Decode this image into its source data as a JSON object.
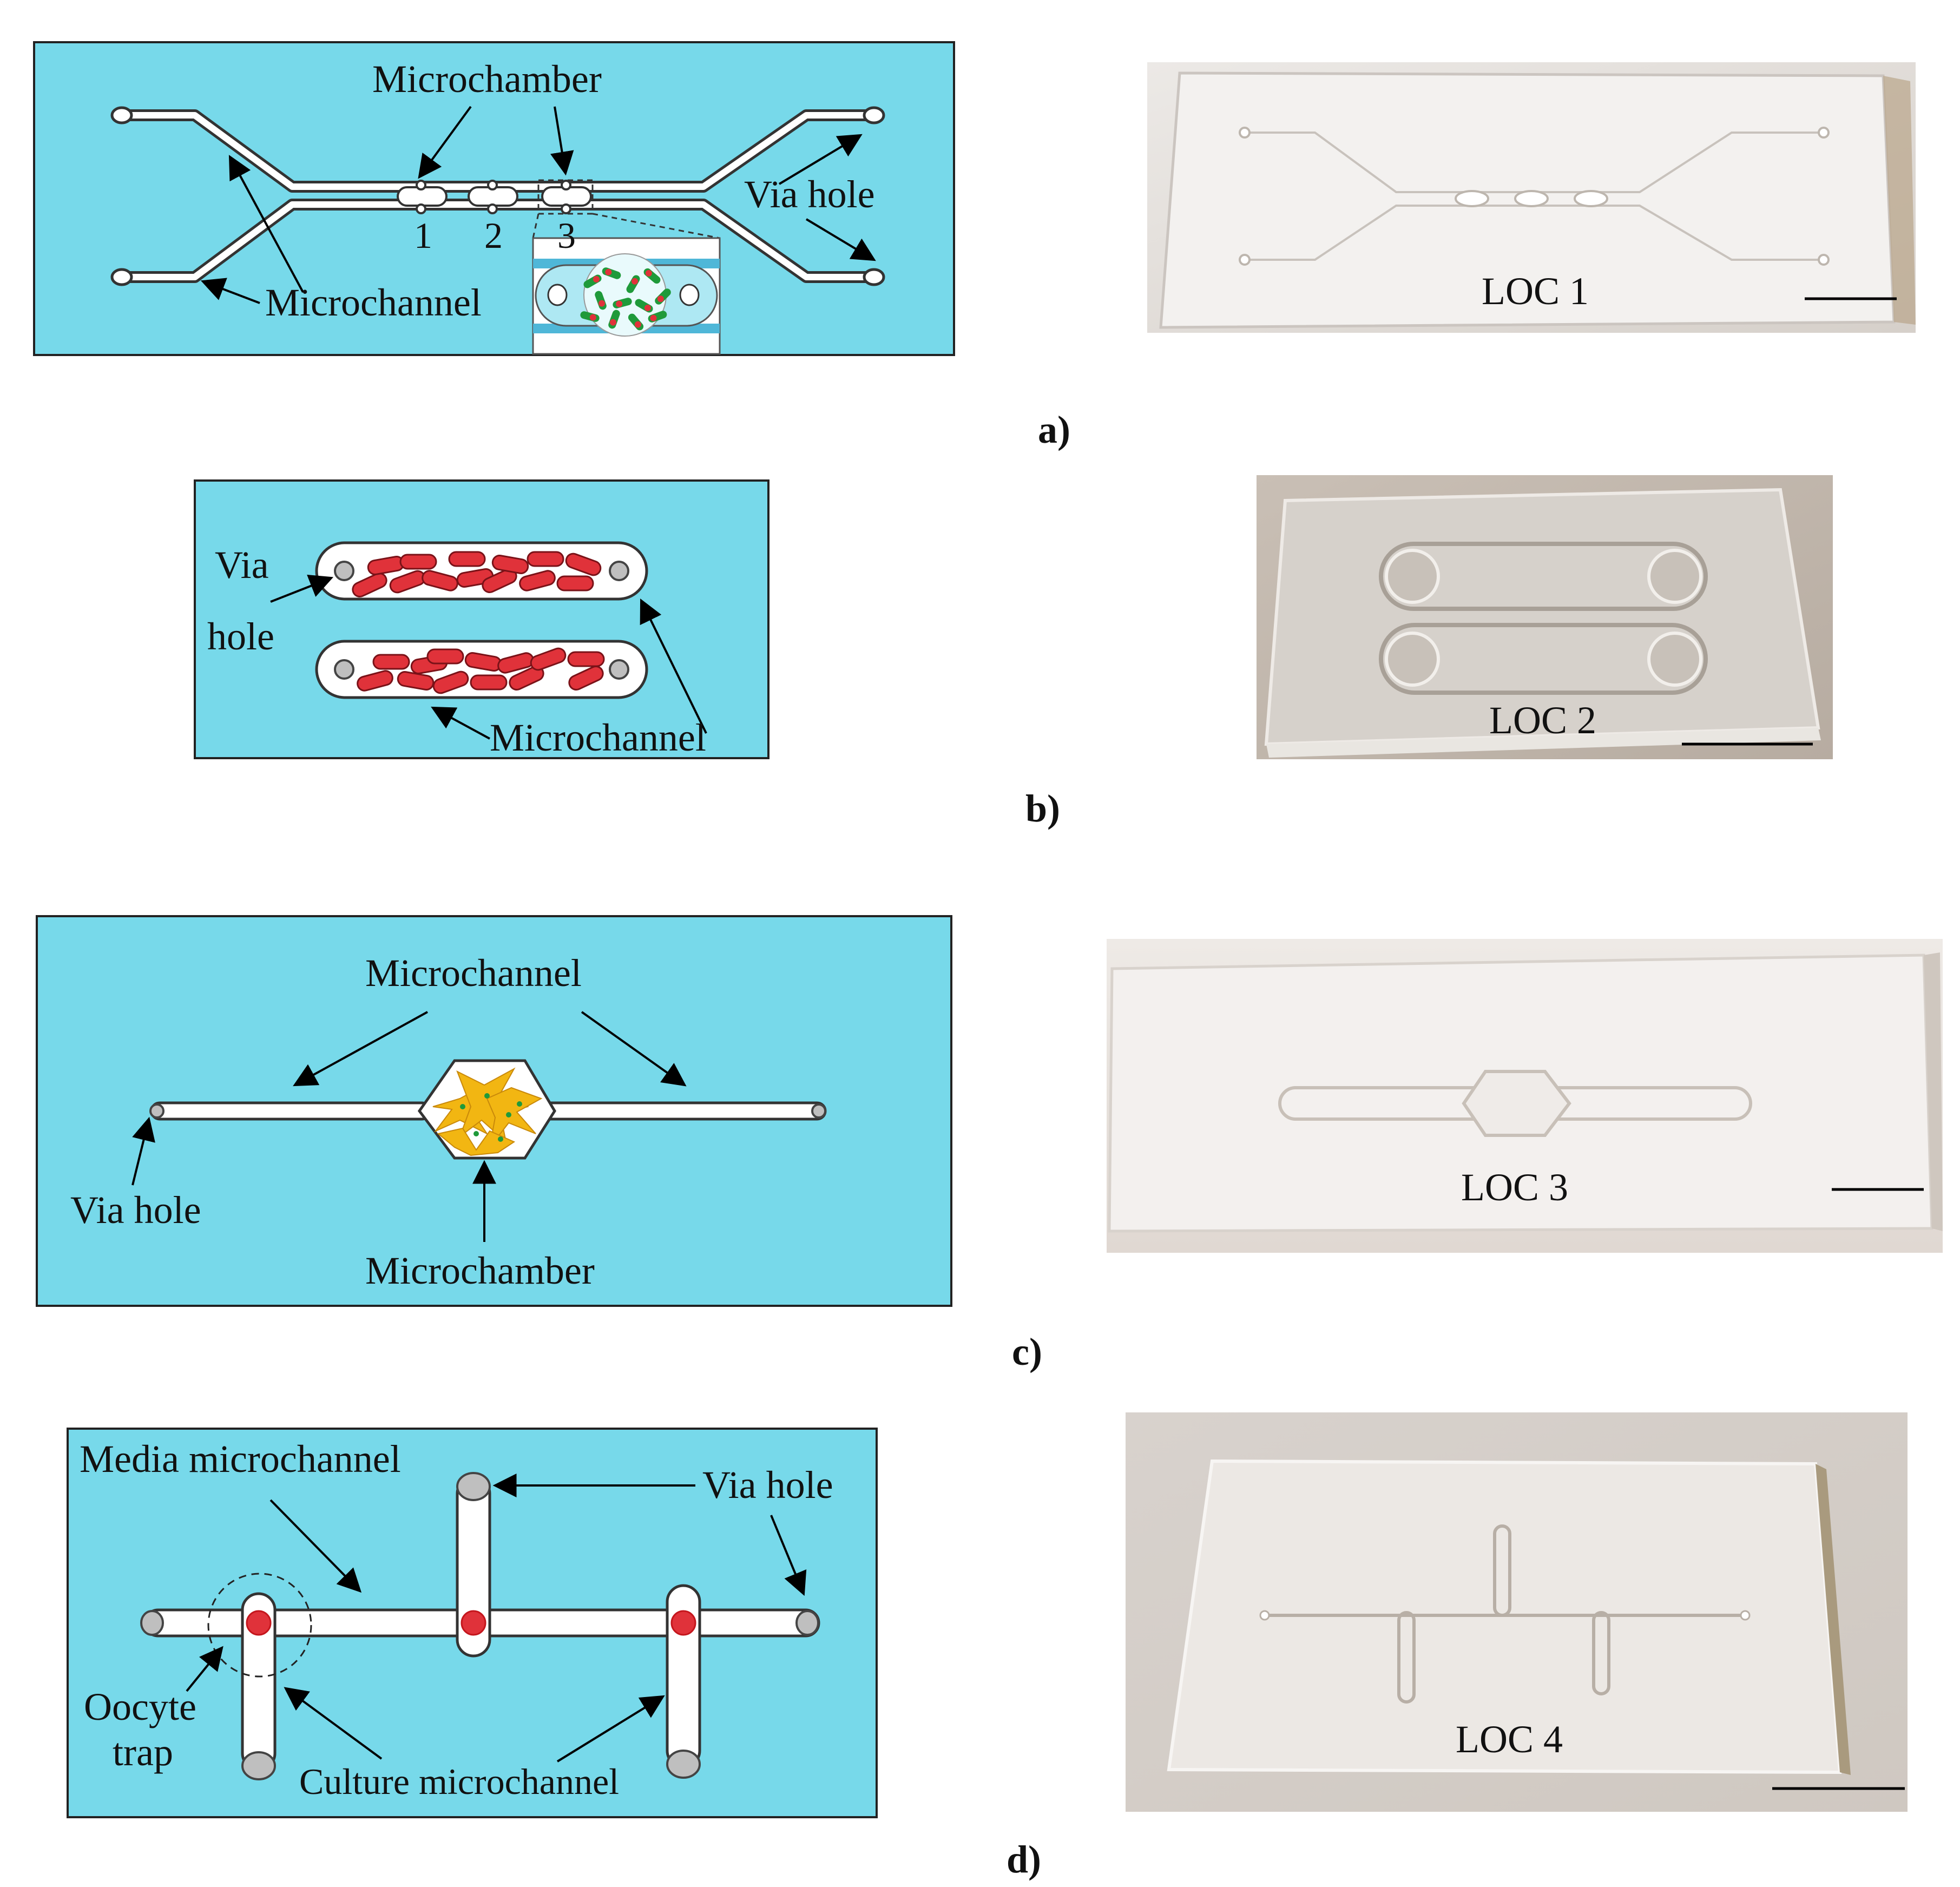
{
  "colors": {
    "board": "#77d9ea",
    "channel": "#ffffff",
    "outline": "#333333",
    "cell_red": "#e0323a",
    "cell_green": "#1f9a3a",
    "cell_yellow": "#f2b612",
    "hole": "#bfbfbf",
    "photo_bg_a": "#e6e1dd",
    "photo_bg_b": "#cdc3b9"
  },
  "panel_a": {
    "label": "a)",
    "microchamber": "Microchamber",
    "via_hole": "Via hole",
    "microchannel": "Microchannel",
    "n1": "1",
    "n2": "2",
    "n3": "3",
    "photo_label": "LOC 1"
  },
  "panel_b": {
    "label": "b)",
    "via": "Via",
    "hole": "hole",
    "microchannel": "Microchannel",
    "photo_label": "LOC 2"
  },
  "panel_c": {
    "label": "c)",
    "microchannel": "Microchannel",
    "via_hole": "Via hole",
    "microchamber": "Microchamber",
    "photo_label": "LOC 3"
  },
  "panel_d": {
    "label": "d)",
    "media_microchannel": "Media microchannel",
    "via_hole": "Via hole",
    "oocyte": "Oocyte",
    "trap": "trap",
    "culture_microchannel": "Culture microchannel",
    "photo_label": "LOC 4"
  }
}
